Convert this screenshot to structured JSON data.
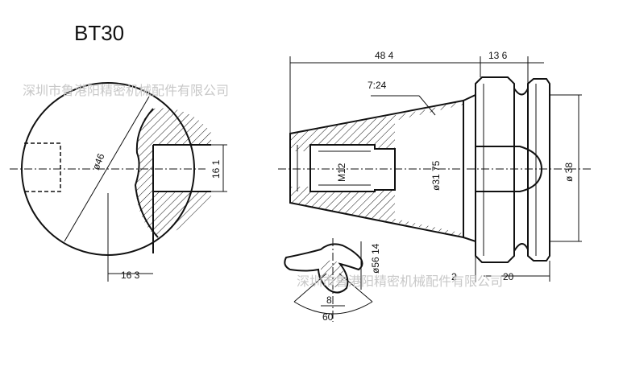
{
  "title": "BT30",
  "watermark": "深圳市鲁港阳精密机械配件有限公司",
  "dimensions": {
    "dia_46": "ø46",
    "d_16_1": "16 1",
    "d_16_3": "16 3",
    "d_48_4": "48 4",
    "d_13_6": "13 6",
    "taper": "7:24",
    "thread": "M12",
    "dia_31_75": "ø31 75",
    "dia_38": "ø 38",
    "dia_56_14": "ø56 14",
    "d_2": "2",
    "d_20": "20",
    "d_8": "8",
    "d_60": "60"
  }
}
